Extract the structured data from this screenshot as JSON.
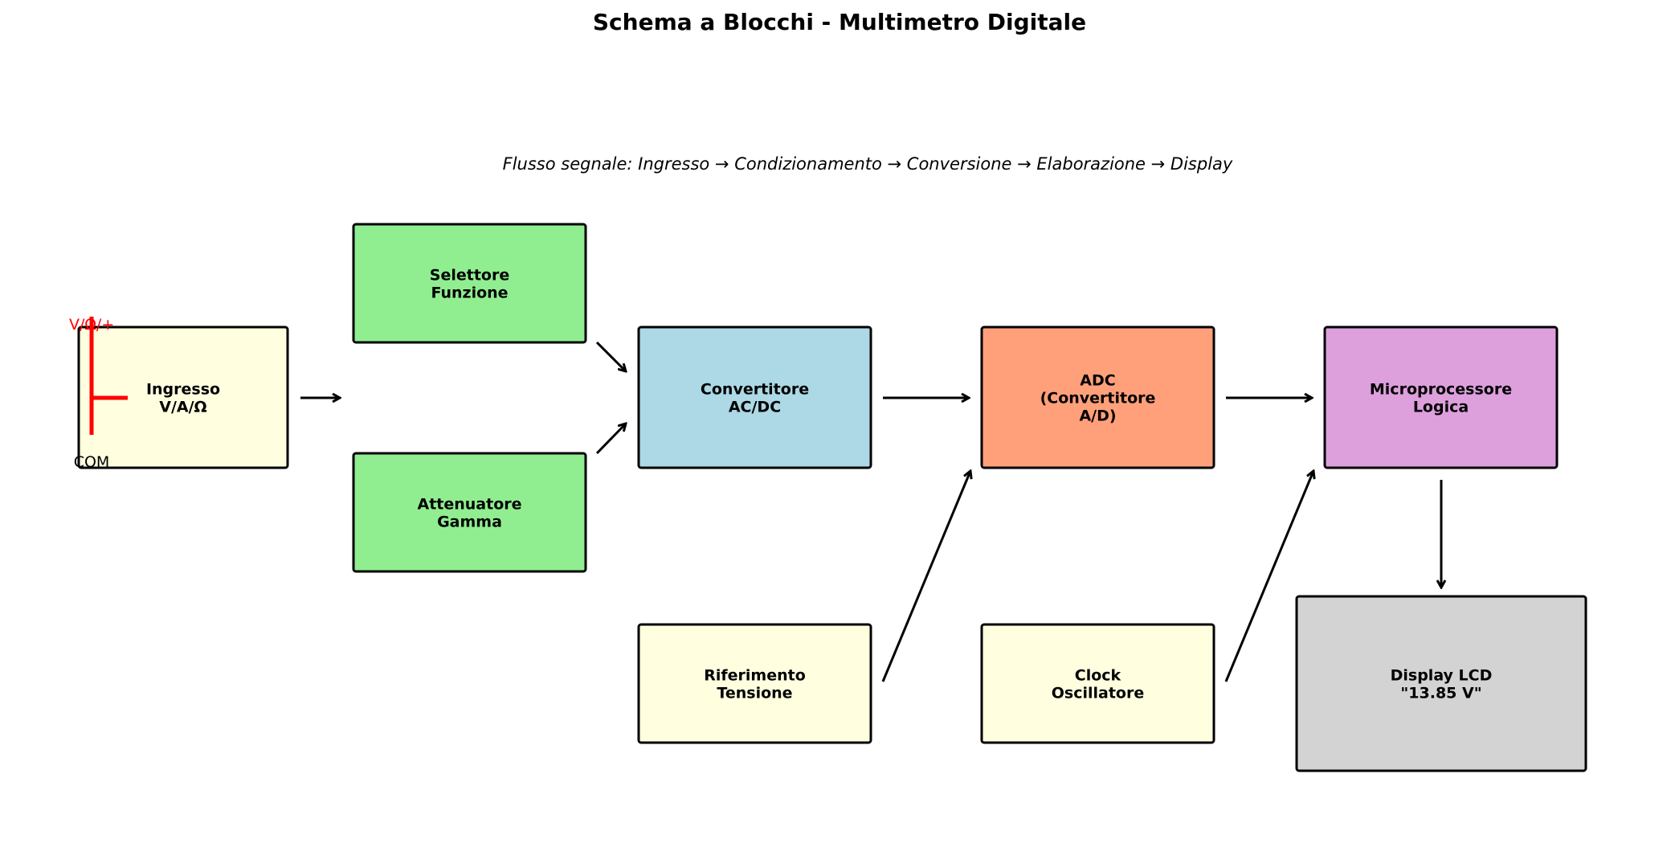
{
  "diagram": {
    "title": "Schema a Blocchi - Multimetro Digitale",
    "subtitle": "Flusso segnale: Ingresso → Condizionamento → Conversione → Elaborazione → Display",
    "blocks": [
      {
        "id": "ingresso",
        "lines": [
          "Ingresso",
          "V/A/Ω"
        ],
        "color": "#ffffe0"
      },
      {
        "id": "selettore",
        "lines": [
          "Selettore",
          "Funzione"
        ],
        "color": "#90ee90"
      },
      {
        "id": "attenuatore",
        "lines": [
          "Attenuatore",
          "Gamma"
        ],
        "color": "#90ee90"
      },
      {
        "id": "convertitore",
        "lines": [
          "Convertitore",
          "AC/DC"
        ],
        "color": "#add8e6"
      },
      {
        "id": "adc",
        "lines": [
          "ADC",
          "(Convertitore",
          "A/D)"
        ],
        "color": "#ffa07a"
      },
      {
        "id": "micro",
        "lines": [
          "Microprocessore",
          "Logica"
        ],
        "color": "#dda0dd"
      },
      {
        "id": "riferimento",
        "lines": [
          "Riferimento",
          "Tensione"
        ],
        "color": "#ffffe0"
      },
      {
        "id": "clock",
        "lines": [
          "Clock",
          "Oscillatore"
        ],
        "color": "#ffffe0"
      },
      {
        "id": "display",
        "lines": [
          "Display LCD",
          "\"13.85 V\""
        ],
        "color": "#d3d3d3"
      }
    ],
    "connections": [
      {
        "from": "ingresso",
        "to": "selettore-attenuatore"
      },
      {
        "from": "selettore",
        "to": "convertitore"
      },
      {
        "from": "attenuatore",
        "to": "convertitore"
      },
      {
        "from": "convertitore",
        "to": "adc"
      },
      {
        "from": "adc",
        "to": "micro"
      },
      {
        "from": "riferimento",
        "to": "adc"
      },
      {
        "from": "clock",
        "to": "micro"
      },
      {
        "from": "micro",
        "to": "display"
      }
    ],
    "terminals": {
      "positive_label": "V/Ω/+",
      "common_label": "COM",
      "probe_color": "#ff0000"
    }
  }
}
